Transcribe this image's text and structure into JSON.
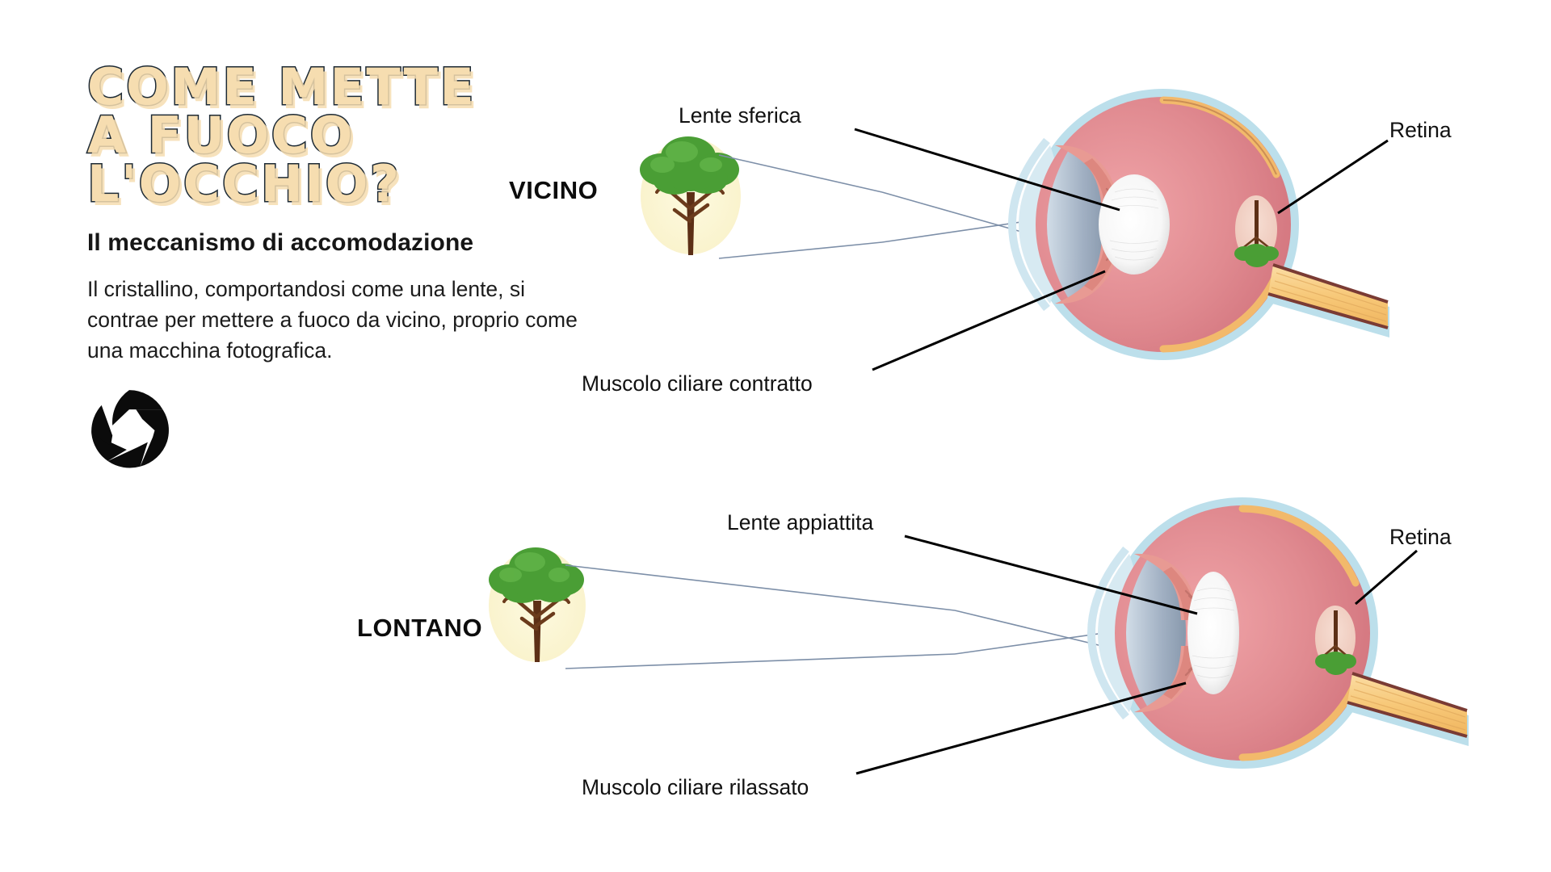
{
  "headline": {
    "lines": [
      "COME METTE",
      "A FUOCO",
      "L'OCCHIO?"
    ],
    "fill_color": "#F6DDB0",
    "outline_color": "#1d2a35"
  },
  "subheading": "Il meccanismo di accomodazione",
  "body_text": "Il cristallino, comportandosi come una lente, si contrae per mettere a fuoco da vicino, proprio come una macchina fotografica.",
  "aperture_icon": "camera-aperture-icon",
  "diagrams": [
    {
      "id": "near",
      "stage_label": "VICINO",
      "lens_label": "Lente sferica",
      "muscle_label": "Muscolo ciliare contratto",
      "retina_label": "Retina",
      "object_icon": "tree-icon",
      "retina_image_icon": "inverted-tree-icon"
    },
    {
      "id": "far",
      "stage_label": "LONTANO",
      "lens_label": "Lente appiattita",
      "muscle_label": "Muscolo ciliare rilassato",
      "retina_label": "Retina",
      "object_icon": "tree-icon",
      "retina_image_icon": "inverted-tree-icon"
    }
  ],
  "colors": {
    "sclera_outer": "#bcdfeb",
    "cornea": "#d7eaf2",
    "anterior_chamber": "#8fa8bd",
    "iris": "#e89a93",
    "vitreous": "#d97b84",
    "choroid": "#f2b96b",
    "lens": "#ffffff",
    "optic_nerve": "#f6cd86",
    "optic_nerve_border": "#7a3b34",
    "tree_canopy": "#4a9e35",
    "tree_trunk": "#5c2f16",
    "tree_bg": "#fbf6d4",
    "ray": "#7d8fa8",
    "leader_line": "#000000"
  }
}
